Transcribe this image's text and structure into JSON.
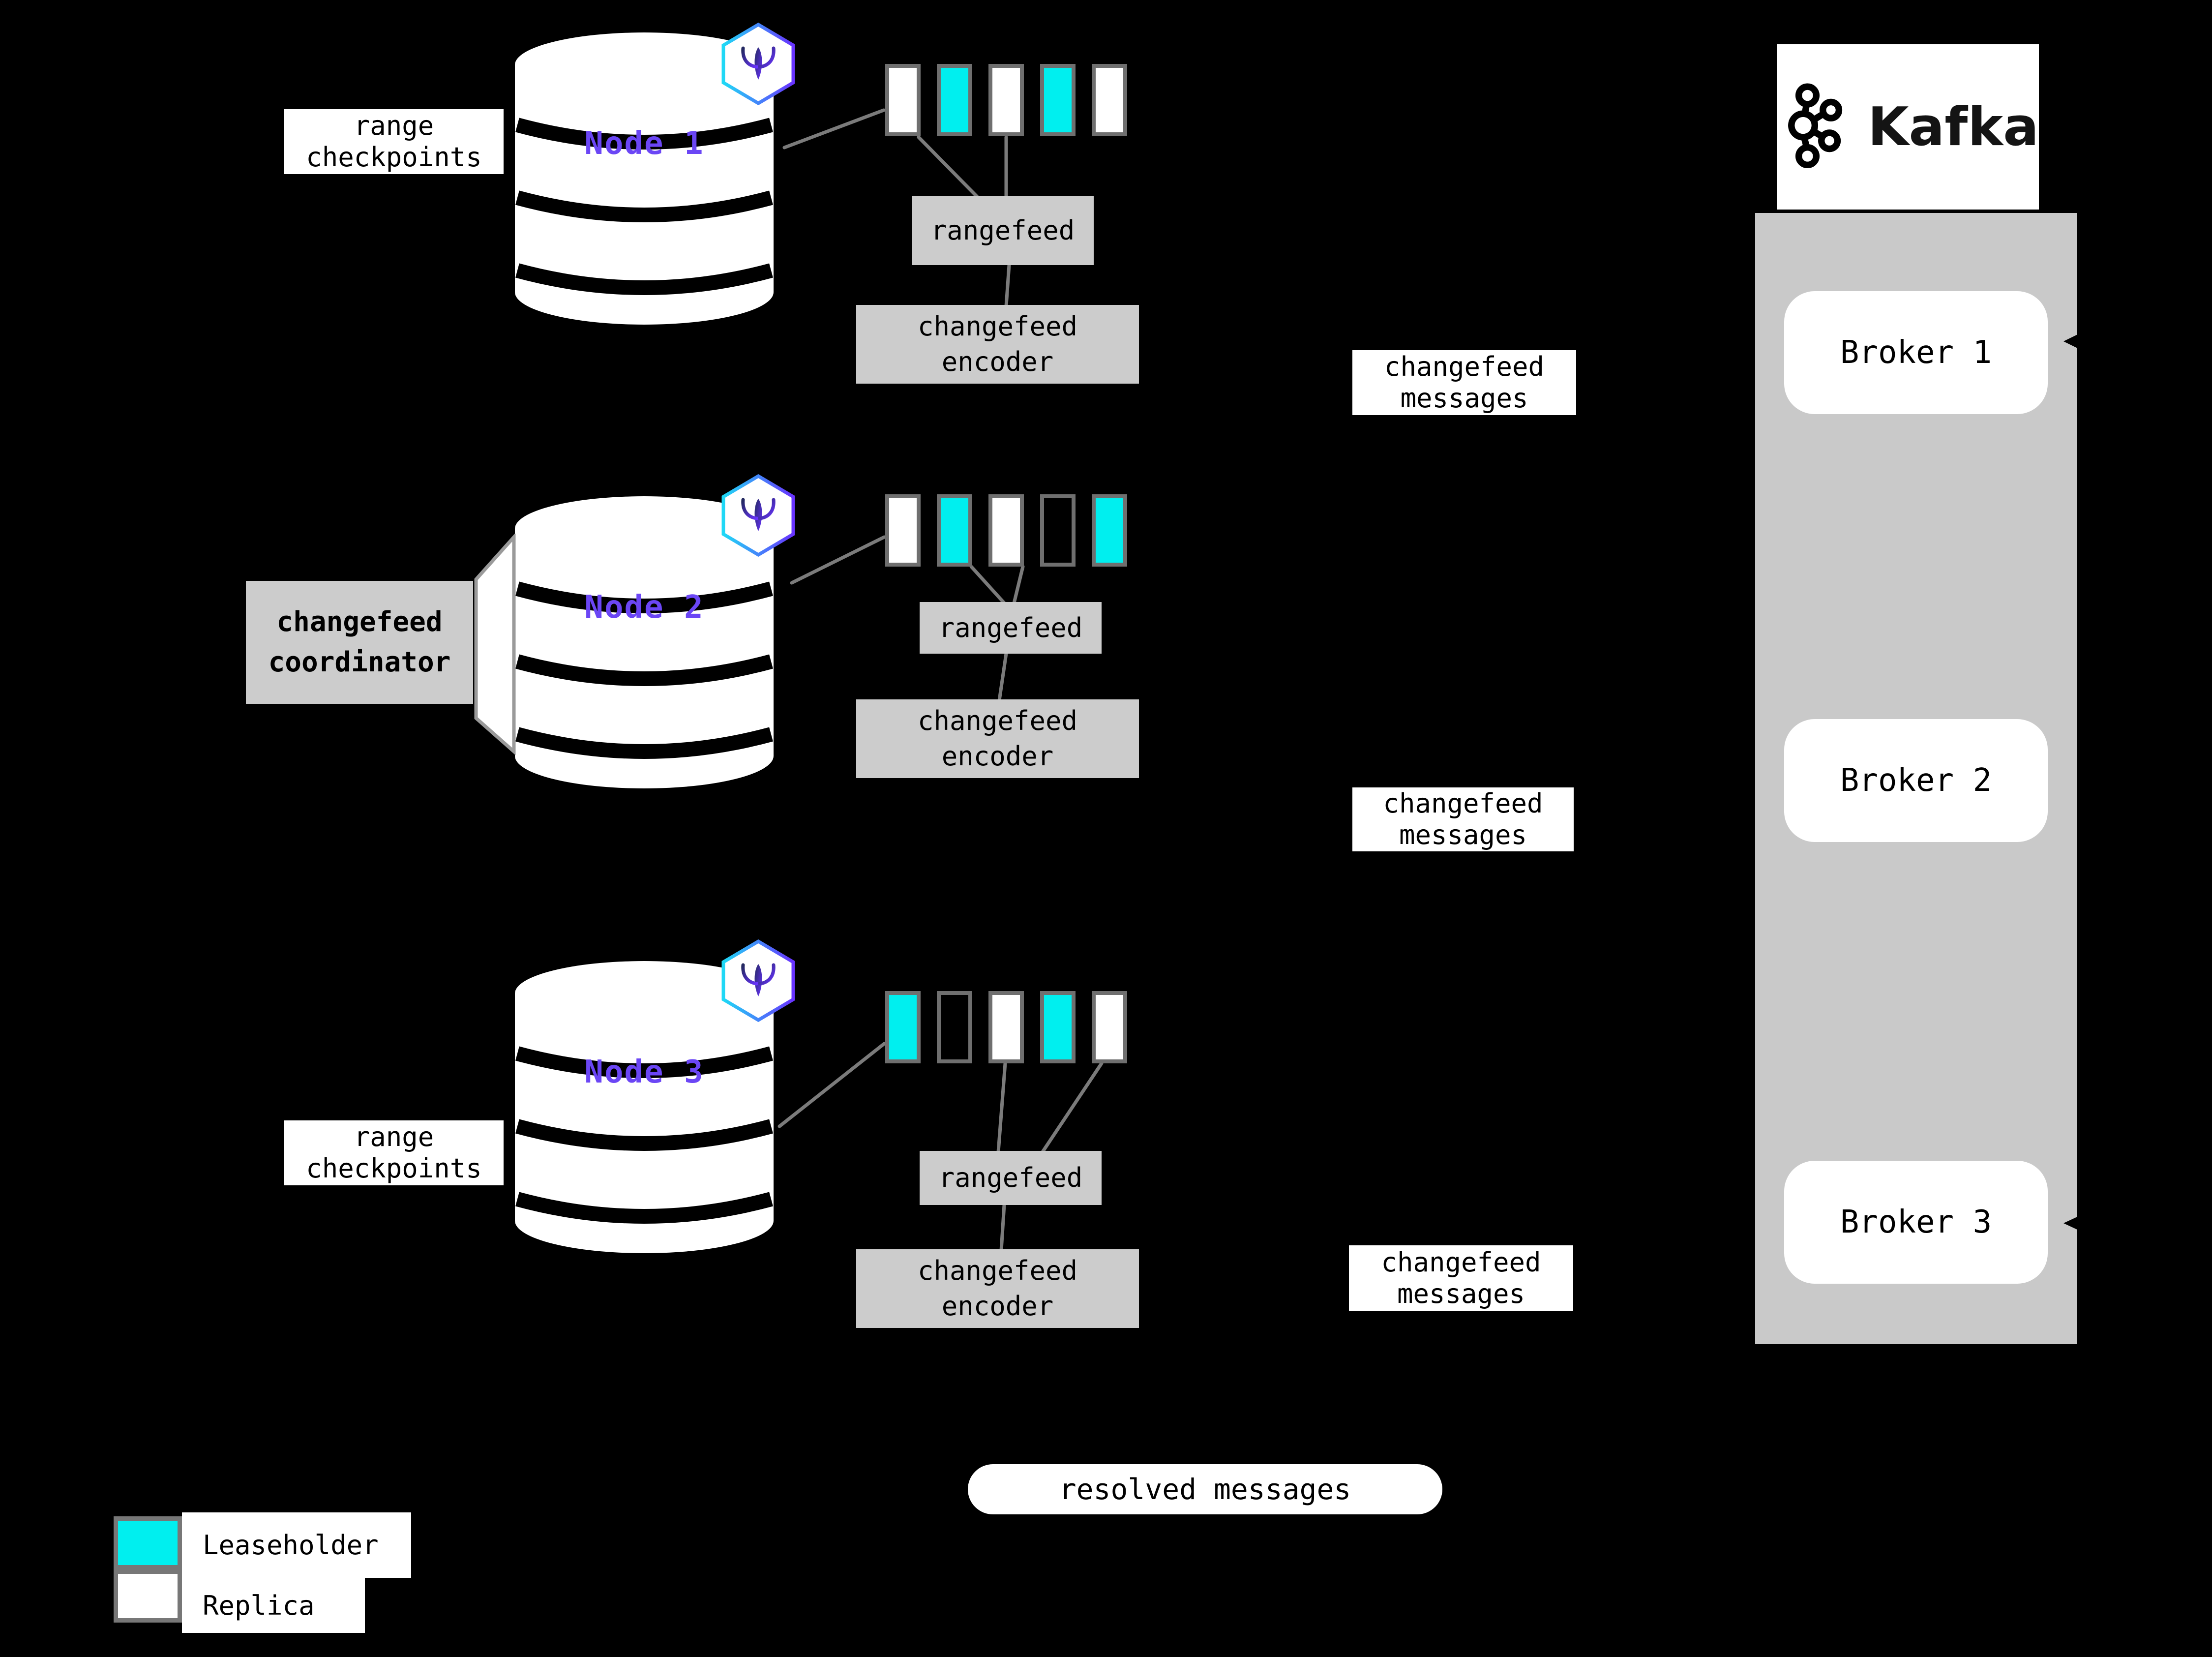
{
  "colors": {
    "background": "#000000",
    "leaseholder_teal": "#00efef",
    "replica_white": "#ffffff",
    "process_box_gray": "#cccccc",
    "kafka_panel_gray": "#c9c9c9",
    "connector_gray": "#7b7b7b",
    "node_label_purple": "#6b46f5",
    "block_border_gray": "#6f6f6f"
  },
  "icons": {
    "node_logo": "cockroachdb-hexagon-icon",
    "kafka_logo": "kafka-circles-icon",
    "broker_arrow": "left-arrowhead-icon"
  },
  "labels": {
    "range_checkpoints": [
      "range",
      "checkpoints"
    ],
    "rangefeed": "rangefeed",
    "changefeed_encoder": [
      "changefeed",
      "encoder"
    ],
    "changefeed_messages": [
      "changefeed",
      "messages"
    ],
    "changefeed_coordinator": [
      "changefeed",
      "coordinator"
    ],
    "resolved_messages": "resolved messages"
  },
  "nodes": [
    {
      "name": "Node 1",
      "ranges": [
        "replica",
        "leaseholder",
        "replica",
        "leaseholder",
        "replica"
      ]
    },
    {
      "name": "Node 2",
      "ranges": [
        "replica",
        "leaseholder",
        "replica",
        "empty",
        "leaseholder"
      ]
    },
    {
      "name": "Node 3",
      "ranges": [
        "leaseholder",
        "empty",
        "replica",
        "leaseholder",
        "replica"
      ]
    }
  ],
  "kafka": {
    "wordmark": "Kafka",
    "brokers": [
      "Broker 1",
      "Broker 2",
      "Broker 3"
    ]
  },
  "legend": [
    {
      "label": "Leaseholder",
      "type": "leaseholder"
    },
    {
      "label": "Replica",
      "type": "replica"
    }
  ]
}
